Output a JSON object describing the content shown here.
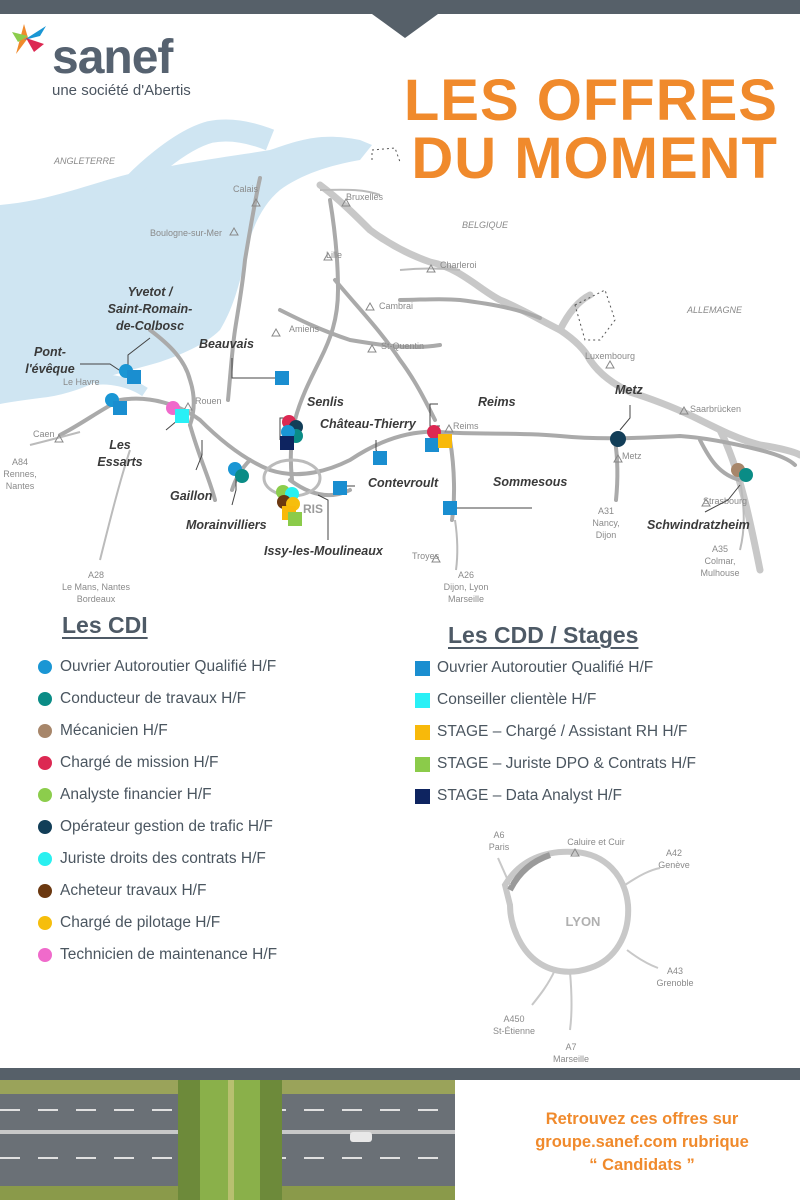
{
  "brand": {
    "name": "sanef",
    "tagline": "une société d'Abertis"
  },
  "headline": {
    "line1": "LES OFFRES",
    "line2": "DU MOMENT"
  },
  "map": {
    "countries": [
      "ANGLETERRE",
      "BELGIQUE",
      "ALLEMAGNE"
    ],
    "places": [
      "Calais",
      "Bruxelles",
      "Boulogne-sur-Mer",
      "Lille",
      "Charleroi",
      "Cambrai",
      "Amiens",
      "St-Quentin",
      "Luxembourg",
      "Saarbrücken",
      "Le Havre",
      "Rouen",
      "Caen",
      "Reims",
      "Metz",
      "Strasbourg",
      "Troyes",
      "RIS"
    ],
    "road_labels": [
      {
        "road": "A84",
        "place": "Rennes,",
        "place2": "Nantes"
      },
      {
        "road": "A28",
        "place": "Le Mans, Nantes",
        "place2": "Bordeaux"
      },
      {
        "road": "A26",
        "place": "Dijon, Lyon",
        "place2": "Marseille"
      },
      {
        "road": "A31",
        "place": "Nancy,",
        "place2": "Dijon"
      },
      {
        "road": "A35",
        "place": "Colmar,",
        "place2": "Mulhouse"
      }
    ],
    "job_locations": [
      "Yvetot /",
      "Saint-Romain-",
      "de-Colbosc",
      "Pont-",
      "l'évêque",
      "Beauvais",
      "Senlis",
      "Château-Thierry",
      "Reims",
      "Metz",
      "Les",
      "Essarts",
      "Gaillon",
      "Contevroult",
      "Sommesous",
      "Morainvilliers",
      "Schwindratzheim",
      "Issy-les-Moulineaux"
    ]
  },
  "lyon_map": {
    "title": "LYON",
    "place": "Caluire et Cuir",
    "roads": [
      {
        "road": "A6",
        "dest": "Paris"
      },
      {
        "road": "A42",
        "dest": "Genève"
      },
      {
        "road": "A43",
        "dest": "Grenoble"
      },
      {
        "road": "A450",
        "dest": "St-Étienne"
      },
      {
        "road": "A7",
        "dest": "Marseille"
      }
    ]
  },
  "cdi": {
    "title": "Les CDI",
    "items": [
      {
        "label": "Ouvrier Autoroutier Qualifié H/F",
        "color": "#1a96d4"
      },
      {
        "label": "Conducteur de travaux H/F",
        "color": "#0a8c86"
      },
      {
        "label": "Mécanicien H/F",
        "color": "#a7866a"
      },
      {
        "label": "Chargé de mission H/F",
        "color": "#dc2852"
      },
      {
        "label": "Analyste financier H/F",
        "color": "#8ccd4c"
      },
      {
        "label": "Opérateur gestion de trafic H/F",
        "color": "#123e58"
      },
      {
        "label": "Juriste droits des contrats H/F",
        "color": "#29f0f0"
      },
      {
        "label": "Acheteur travaux H/F",
        "color": "#6b3810"
      },
      {
        "label": "Chargé de pilotage H/F",
        "color": "#f6be0c"
      },
      {
        "label": "Technicien de maintenance H/F",
        "color": "#f06acb"
      }
    ]
  },
  "cdd": {
    "title": "Les CDD / Stages",
    "items": [
      {
        "label": "Ouvrier Autoroutier Qualifié H/F",
        "color": "#1a8ed0"
      },
      {
        "label": "Conseiller clientèle H/F",
        "color": "#29f0f6"
      },
      {
        "label": "STAGE – Chargé / Assistant RH H/F",
        "color": "#f8b90a"
      },
      {
        "label": "STAGE – Juriste DPO & Contrats H/F",
        "color": "#8bcb4a"
      },
      {
        "label": "STAGE – Data Analyst H/F",
        "color": "#0e2460"
      }
    ]
  },
  "footer": {
    "line1": "Retrouvez ces offres sur",
    "line2": "groupe.sanef.com rubrique",
    "line3": "“ Candidats ”"
  }
}
